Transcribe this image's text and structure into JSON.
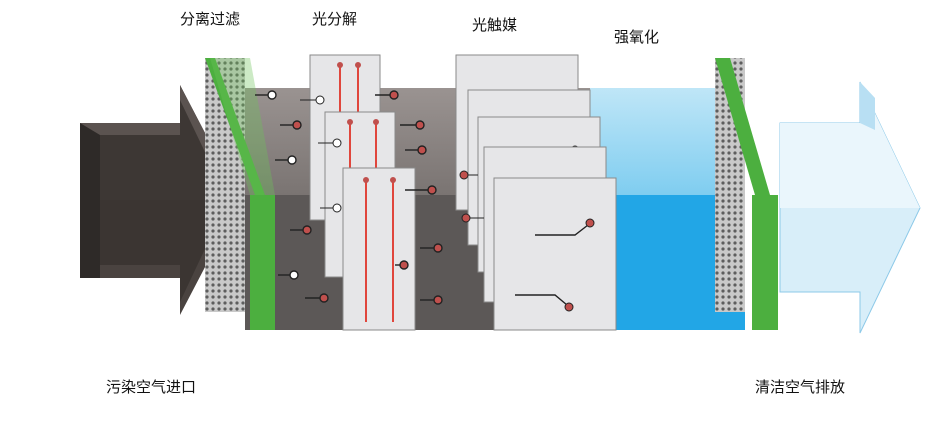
{
  "stages": {
    "separation_filter": "分离过滤",
    "photolysis": "光分解",
    "photocatalyst": "光触媒",
    "strong_oxidation": "强氧化"
  },
  "inlet_label": "污染空气进口",
  "outlet_label": "清洁空气排放",
  "colors": {
    "inlet_arrow": "#3a3431",
    "filter_green": "#4caf3f",
    "chamber_dark": "#5c5857",
    "oxidation_blue": "#33aee8",
    "outlet_arrow": "#cfe8f5",
    "uv_tube_red": "#e0463c",
    "panel_gray": "#e6e6e8"
  }
}
